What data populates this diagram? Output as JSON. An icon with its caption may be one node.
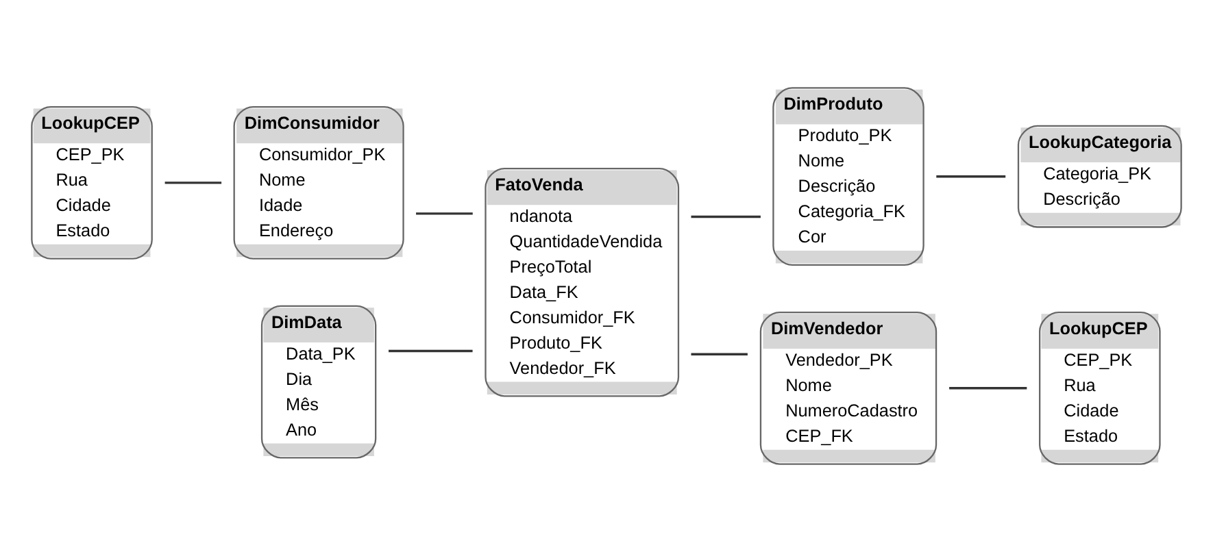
{
  "diagram": {
    "nodes": [
      {
        "text": [
          "LookupCEP",
          "CEP_PK",
          "Rua",
          "Cidade",
          "Estado"
        ]
      },
      {
        "text": [
          "DimConsumidor",
          "Consumidor_PK",
          "Nome",
          "Idade",
          "Endereço"
        ]
      },
      {
        "text": [
          "DimData",
          "Data_PK",
          "Dia",
          "Mês",
          "Ano"
        ]
      },
      {
        "text": [
          "FatoVenda",
          "ndanota",
          "QuantidadeVendida",
          "PreçoTotal",
          "Data_FK",
          "Consumidor_FK",
          "Produto_FK",
          "Vendedor_FK"
        ]
      },
      {
        "text": [
          "DimProduto",
          "Produto_PK",
          "Nome",
          "Descrição",
          "Categoria_FK",
          "Cor"
        ]
      },
      {
        "text": [
          "LookupCategoria",
          "Categoria_PK",
          "Descrição"
        ]
      },
      {
        "text": [
          "DimVendedor",
          "Vendedor_PK",
          "Nome",
          "NumeroCadastro",
          "CEP_FK"
        ]
      },
      {
        "text": [
          "LookupCEP",
          "CEP_PK",
          "Rua",
          "Cidade",
          "Estado"
        ]
      }
    ],
    "edges": [
      {
        "from": 0,
        "to": 1,
        "arrow": "none"
      },
      {
        "from": 1,
        "to": 3,
        "arrow": "none"
      },
      {
        "from": 2,
        "to": 3,
        "arrow": "none"
      },
      {
        "from": 3,
        "to": 4,
        "arrow": "none"
      },
      {
        "from": 4,
        "to": 5,
        "arrow": "none"
      },
      {
        "from": 3,
        "to": 6,
        "arrow": "none"
      },
      {
        "from": 6,
        "to": 7,
        "arrow": "none"
      }
    ]
  }
}
